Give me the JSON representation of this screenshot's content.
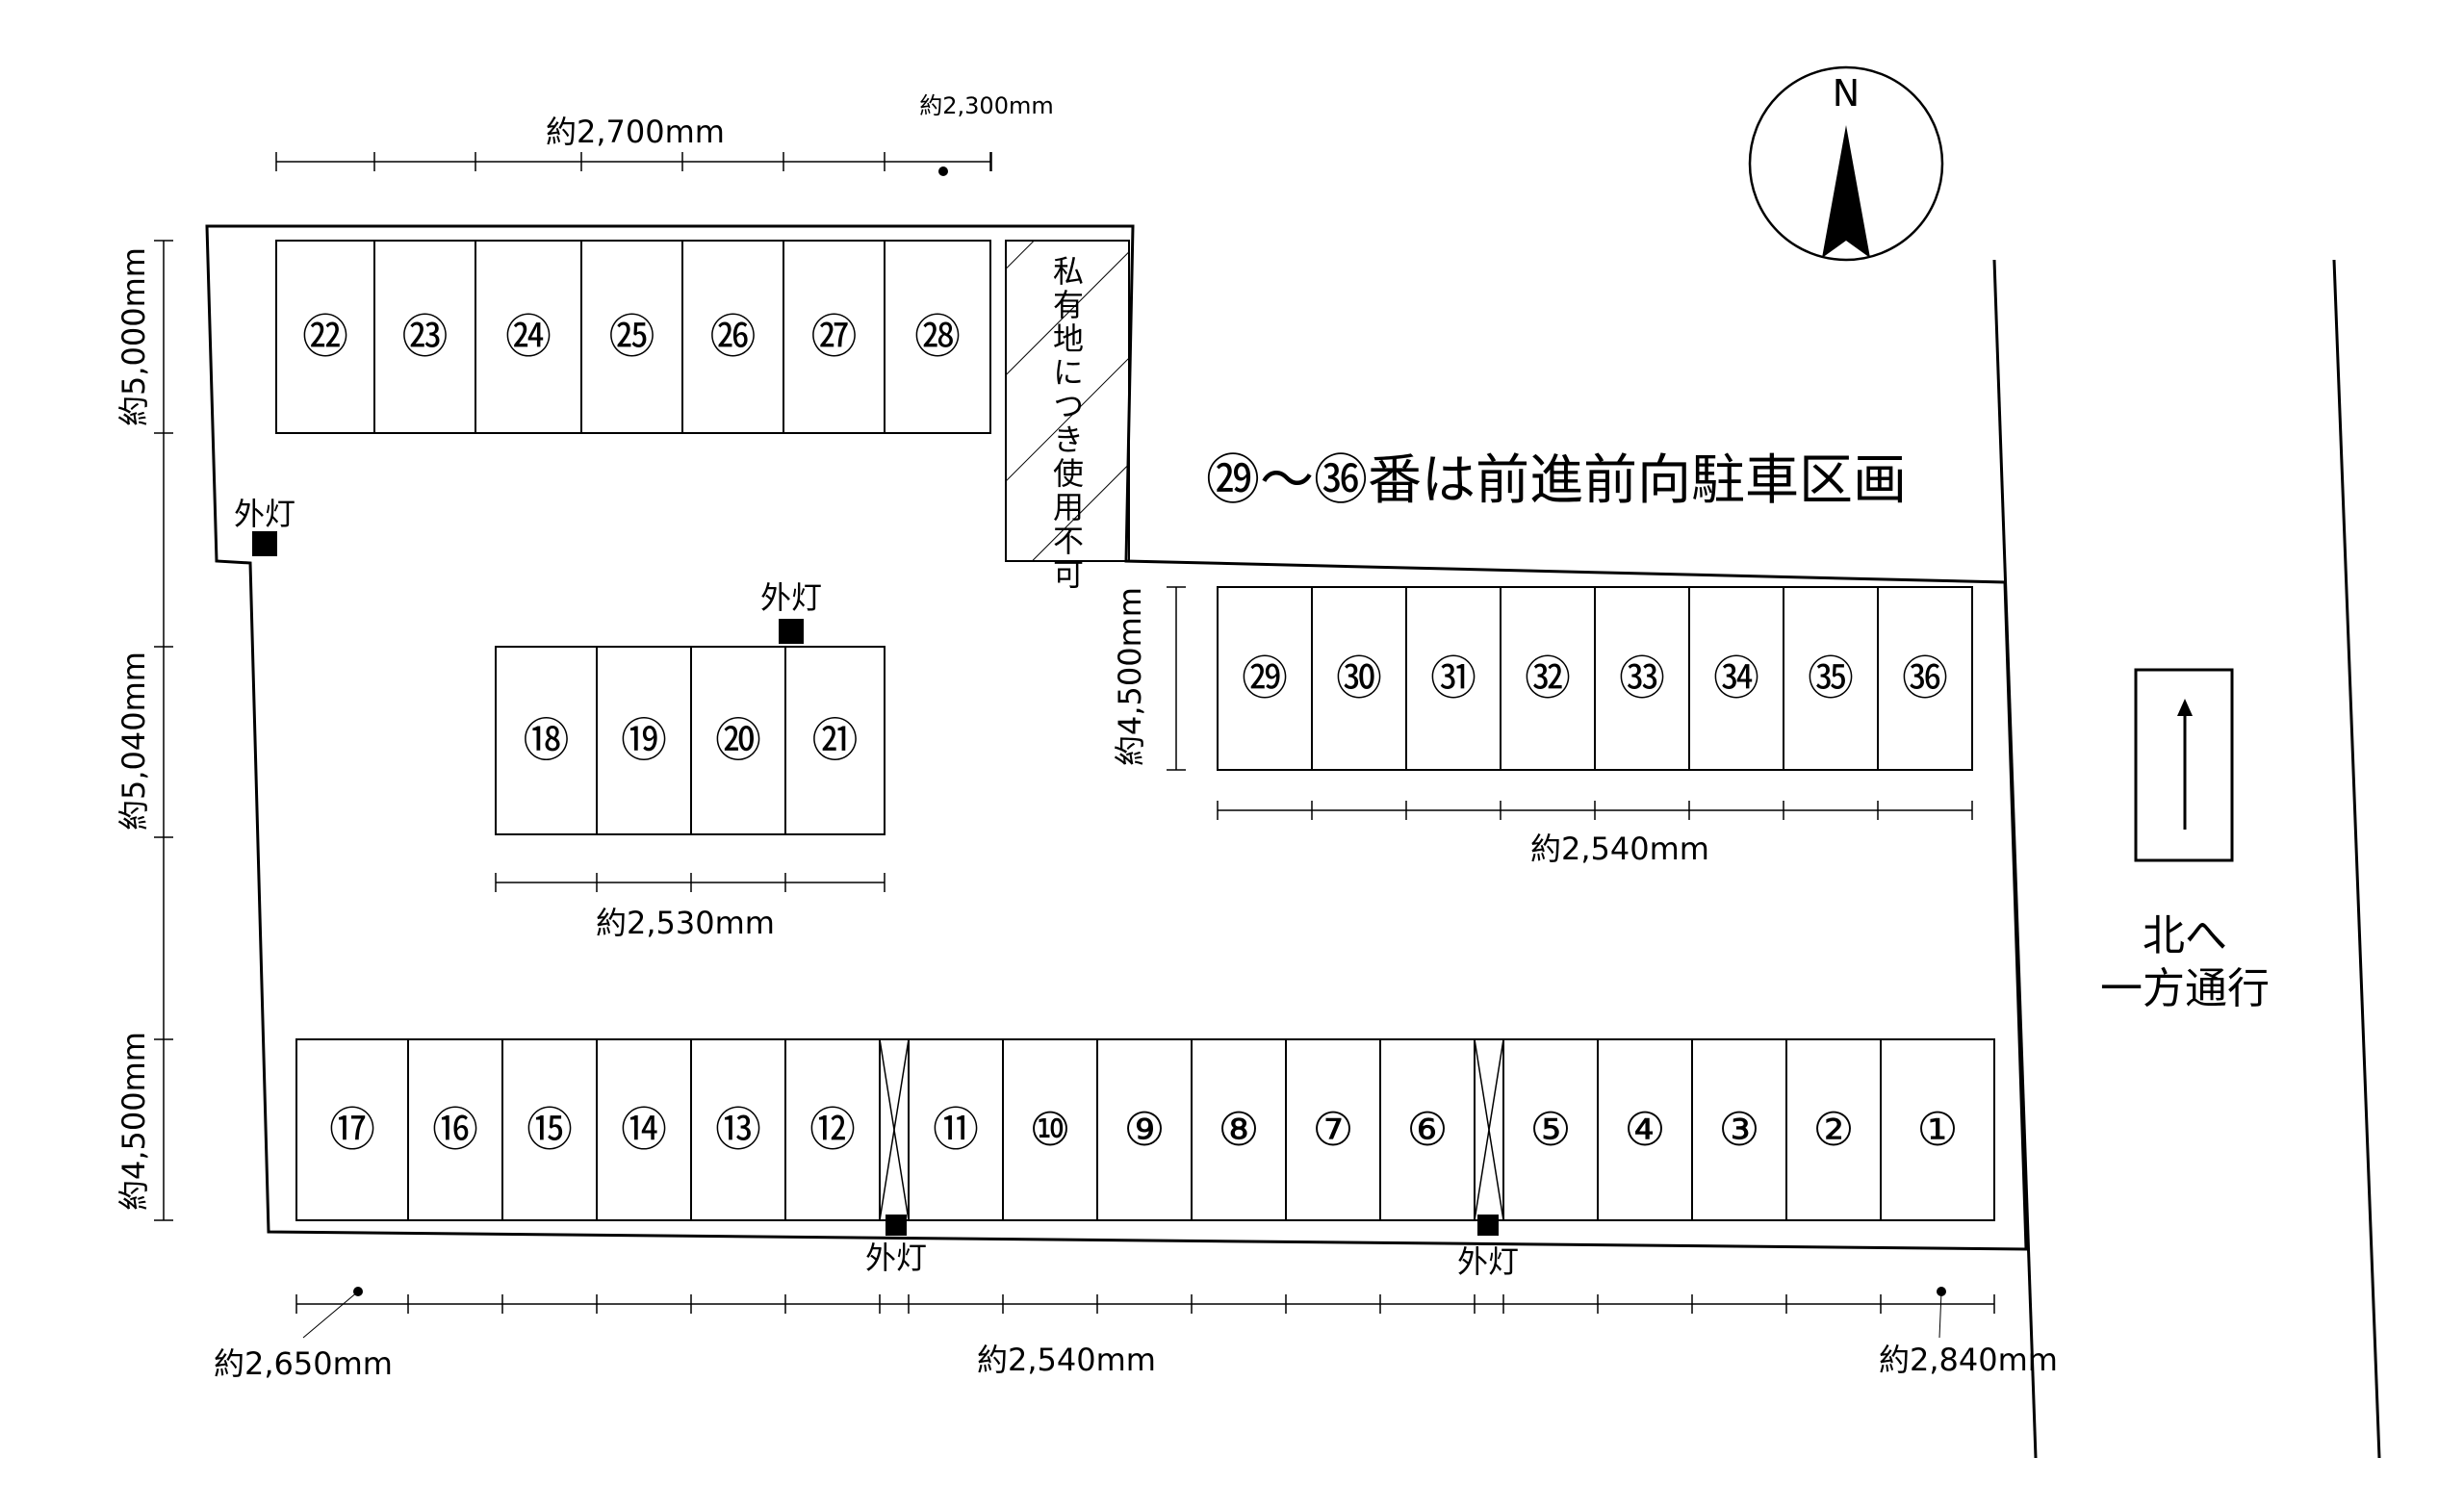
{
  "dimensions": {
    "top_row_width": "約2,700mm",
    "top_row_end_width": "約2,300mm",
    "top_row_depth": "約5,000mm",
    "aisle_depth": "約5,040mm",
    "bottom_row_depth": "約4,500mm",
    "middle_row_width": "約2,530mm",
    "right_row_depth": "約4,500mm",
    "right_row_width": "約2,540mm",
    "bottom_row_start_width": "約2,650mm",
    "bottom_row_width": "約2,540mm",
    "bottom_row_end_width": "約2,840mm"
  },
  "labels": {
    "private_land": "私有地につき使用不可",
    "notice": "㉙～㊱番は前進前向駐車区画",
    "light": "外灯",
    "north": "N",
    "one_way_line1": "北へ",
    "one_way_line2": "一方通行"
  },
  "spaces": {
    "top_row": [
      "㉒",
      "㉓",
      "㉔",
      "㉕",
      "㉖",
      "㉗",
      "㉘"
    ],
    "middle_row": [
      "⑱",
      "⑲",
      "⑳",
      "㉑"
    ],
    "right_row": [
      "㉙",
      "㉚",
      "㉛",
      "㉜",
      "㉝",
      "㉞",
      "㉟",
      "㊱"
    ],
    "bottom_row": [
      "⑰",
      "⑯",
      "⑮",
      "⑭",
      "⑬",
      "⑫",
      "",
      "⑪",
      "⑩",
      "⑨",
      "⑧",
      "⑦",
      "⑥",
      "",
      "⑤",
      "④",
      "③",
      "②",
      "①"
    ]
  }
}
